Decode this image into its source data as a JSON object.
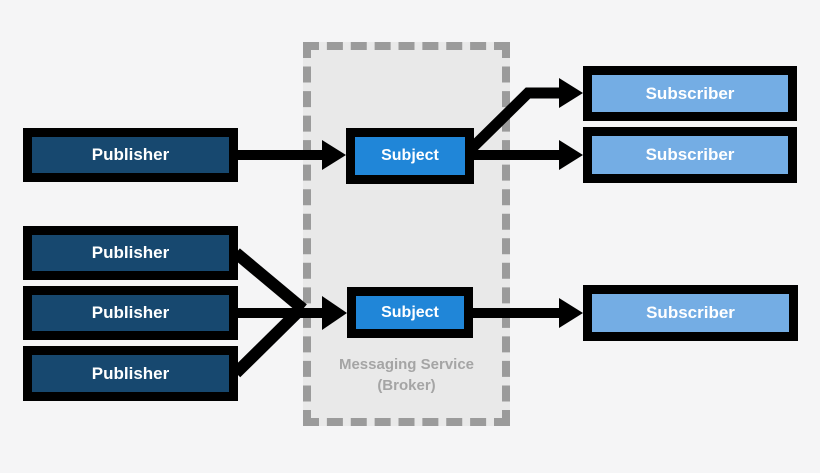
{
  "diagram": {
    "publishers": [
      {
        "label": "Publisher"
      },
      {
        "label": "Publisher"
      },
      {
        "label": "Publisher"
      },
      {
        "label": "Publisher"
      }
    ],
    "subjects": [
      {
        "label": "Subject"
      },
      {
        "label": "Subject"
      }
    ],
    "subscribers": [
      {
        "label": "Subscriber"
      },
      {
        "label": "Subscriber"
      },
      {
        "label": "Subscriber"
      }
    ],
    "broker": {
      "line1": "Messaging Service",
      "line2": "(Broker)"
    }
  },
  "colors": {
    "background": "#f5f5f6",
    "publisher-fill": "#17486f",
    "subject-fill": "#2086d8",
    "subscriber-fill": "#74ade4",
    "box-border": "#000000",
    "arrow": "#000000",
    "broker-fill": "#e9e9e9",
    "broker-border": "#9b9b9b",
    "broker-label": "#a5a5a5"
  }
}
